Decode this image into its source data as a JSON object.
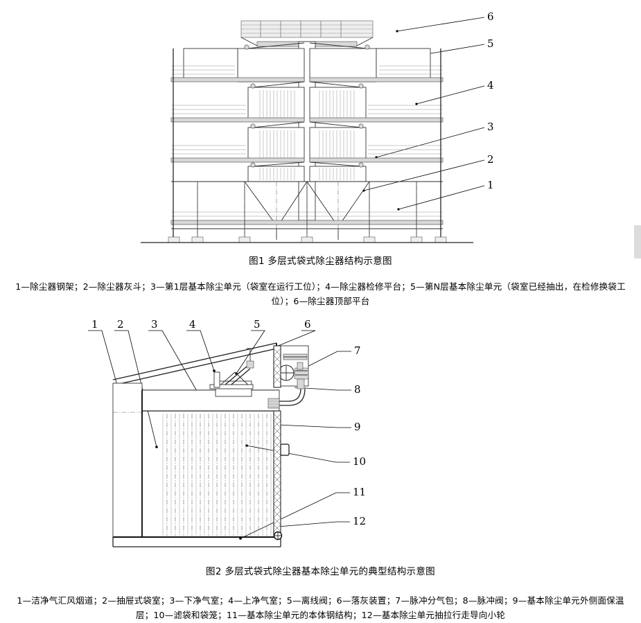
{
  "document": {
    "language": "zh-CN",
    "background_color": "#ffffff",
    "text_color": "#000000"
  },
  "figures": [
    {
      "id": "figure-1",
      "title": "图1 多层式袋式除尘器结构示意图",
      "legend": "1—除尘器钢架；2—除尘器灰斗；3—第1层基本除尘单元（袋室在运行工位）；4—除尘器检修平台；5—第N层基本除尘单元（袋室已经抽出，在检修换袋工位）；6—除尘器顶部平台",
      "callouts": [
        {
          "number": "1",
          "label": "除尘器钢架"
        },
        {
          "number": "2",
          "label": "除尘器灰斗"
        },
        {
          "number": "3",
          "label": "第1层基本除尘单元（袋室在运行工位）"
        },
        {
          "number": "4",
          "label": "除尘器检修平台"
        },
        {
          "number": "5",
          "label": "第N层基本除尘单元（袋室已经抽出，在检修换袋工位）"
        },
        {
          "number": "6",
          "label": "除尘器顶部平台"
        }
      ]
    },
    {
      "id": "figure-2",
      "title": "图2 多层式袋式除尘器基本除尘单元的典型结构示意图",
      "legend": "1—洁净气汇风烟道；2—抽屉式袋室；3—下净气室；4—上净气室；5—离线阀；6—落灰装置；7—脉冲分气包；8—脉冲阀；9—基本除尘单元外侧面保温层；10—滤袋和袋笼；11—基本除尘单元的本体钢结构；12—基本除尘单元抽拉行走导向小轮",
      "callouts": [
        {
          "number": "1",
          "label": "洁净气汇风烟道"
        },
        {
          "number": "2",
          "label": "抽屉式袋室"
        },
        {
          "number": "3",
          "label": "下净气室"
        },
        {
          "number": "4",
          "label": "上净气室"
        },
        {
          "number": "5",
          "label": "离线阀"
        },
        {
          "number": "6",
          "label": "落灰装置"
        },
        {
          "number": "7",
          "label": "脉冲分气包"
        },
        {
          "number": "8",
          "label": "脉冲阀"
        },
        {
          "number": "9",
          "label": "基本除尘单元外侧面保温层"
        },
        {
          "number": "10",
          "label": "滤袋和袋笼"
        },
        {
          "number": "11",
          "label": "基本除尘单元的本体钢结构"
        },
        {
          "number": "12",
          "label": "基本除尘单元抽拉行走导向小轮"
        }
      ]
    }
  ],
  "scrollbar": {
    "color": "#dcdcdc"
  }
}
